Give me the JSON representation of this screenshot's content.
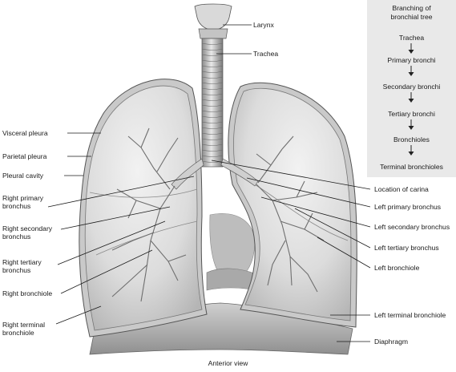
{
  "left_labels": [
    {
      "id": "visceral-pleura",
      "lines": [
        "Visceral pleura"
      ]
    },
    {
      "id": "parietal-pleura",
      "lines": [
        "Parietal pleura"
      ]
    },
    {
      "id": "pleural-cavity",
      "lines": [
        "Pleural cavity"
      ]
    },
    {
      "id": "right-primary-bronchus",
      "lines": [
        "Right primary",
        "bronchus"
      ]
    },
    {
      "id": "right-secondary-bronchus",
      "lines": [
        "Right secondary",
        "bronchus"
      ]
    },
    {
      "id": "right-tertiary-bronchus",
      "lines": [
        "Right tertiary",
        "bronchus"
      ]
    },
    {
      "id": "right-bronchiole",
      "lines": [
        "Right bronchiole"
      ]
    },
    {
      "id": "right-terminal-bronchiole",
      "lines": [
        "Right terminal",
        "bronchiole"
      ]
    }
  ],
  "right_labels": [
    {
      "id": "larynx",
      "text": "Larynx"
    },
    {
      "id": "trachea",
      "text": "Trachea"
    },
    {
      "id": "location-of-carina",
      "text": "Location of carina"
    },
    {
      "id": "left-primary-bronchus",
      "text": "Left primary bronchus"
    },
    {
      "id": "left-secondary-bronchus",
      "text": "Left secondary bronchus"
    },
    {
      "id": "left-tertiary-bronchus",
      "text": "Left tertiary bronchus"
    },
    {
      "id": "left-bronchiole",
      "text": "Left bronchiole"
    },
    {
      "id": "left-terminal-bronchiole",
      "text": "Left terminal bronchiole"
    },
    {
      "id": "diaphragm",
      "text": "Diaphragm"
    }
  ],
  "branching_box": {
    "title_lines": [
      "Branching of",
      "bronchial tree"
    ],
    "steps": [
      "Trachea",
      "Primary bronchi",
      "Secondary bronchi",
      "Tertiary bronchi",
      "Bronchioles",
      "Terminal bronchioles"
    ]
  },
  "caption": "Anterior view"
}
